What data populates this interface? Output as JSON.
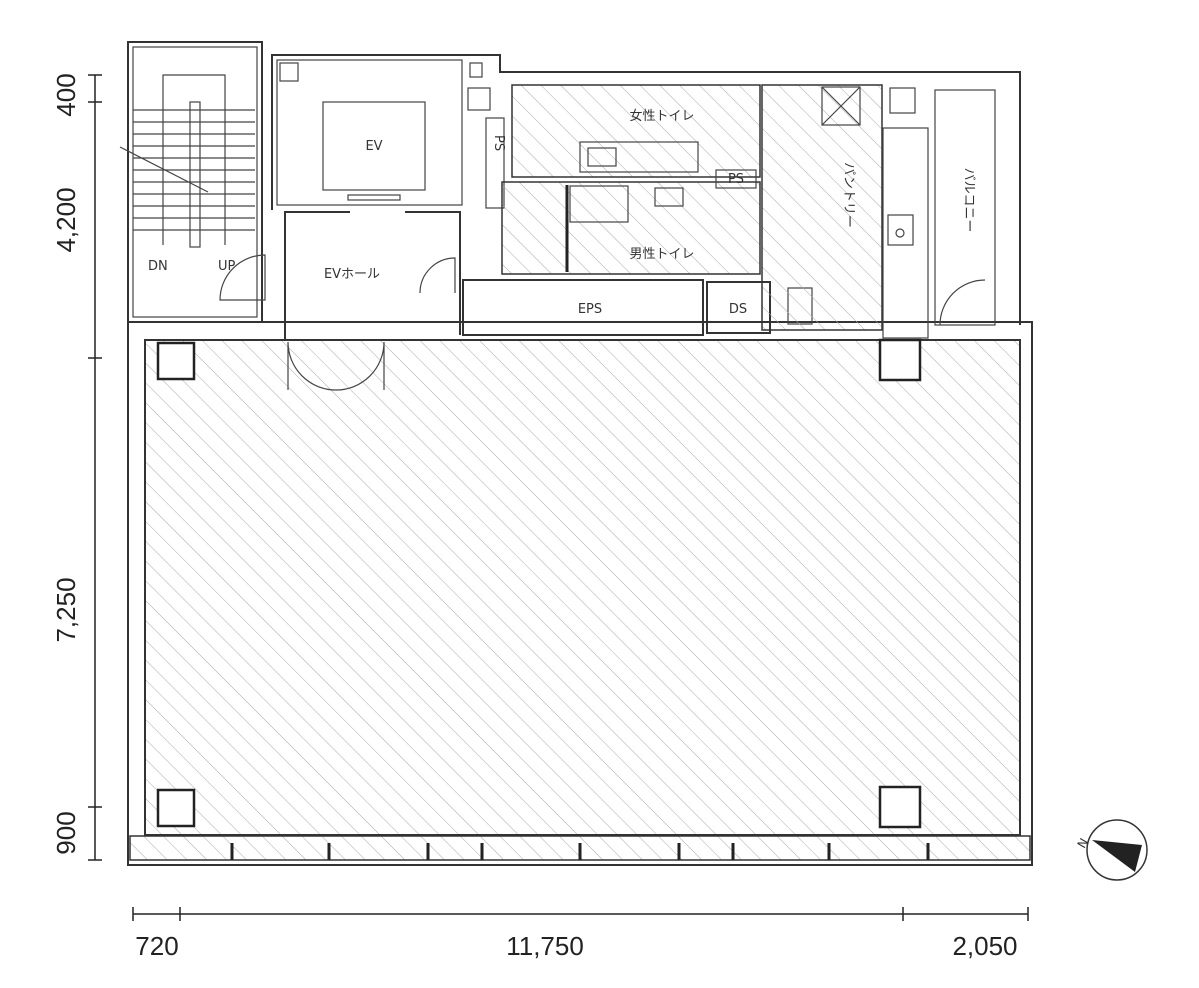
{
  "rooms": {
    "ev": "EV",
    "ev_hall": "EVホール",
    "womens_toilet": "女性トイレ",
    "mens_toilet": "男性トイレ",
    "eps": "EPS",
    "ds": "DS",
    "ps_left": "PS",
    "ps_right": "PS",
    "pantry": "パントリー",
    "balcony": "バルコニー",
    "stair_down": "DN",
    "stair_up": "UP"
  },
  "dimensions": {
    "vertical": [
      "400",
      "4,200",
      "7,250",
      "900"
    ],
    "horizontal": [
      "720",
      "11,750",
      "2,050"
    ]
  },
  "compass": {
    "icon": "north-arrow-icon"
  },
  "colors": {
    "line": "#333333",
    "hatch": "#9a9a9a"
  }
}
